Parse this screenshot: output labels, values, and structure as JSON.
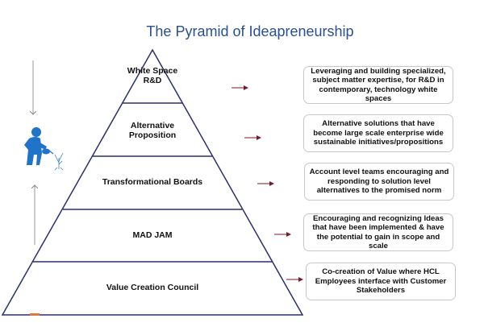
{
  "title": "The Pyramid of Ideapreneurship",
  "levels": [
    {
      "label": "White Space R&D",
      "description": "Leveraging and building specialized, subject matter expertise, for R&D in contemporary, technology white spaces"
    },
    {
      "label": "Alternative Proposition",
      "description": "Alternative solutions that have become large scale enterprise wide sustainable initiatives/propositions"
    },
    {
      "label": "Transformational Boards",
      "description": "Account level teams encouraging and responding to solution level alternatives to the promised norm"
    },
    {
      "label": "MAD JAM",
      "description": "Encouraging and recognizing Ideas that have been implemented & have the potential to gain in scope and scale"
    },
    {
      "label": "Value Creation Council",
      "description": "Co-creation of Value  where HCL Employees interface with Customer Stakeholders"
    }
  ],
  "colors": {
    "title": "#2a4f8f",
    "pyramid": "#2b2f6e",
    "arrow": "#7a1a2a",
    "figure": "#1f73c8"
  }
}
